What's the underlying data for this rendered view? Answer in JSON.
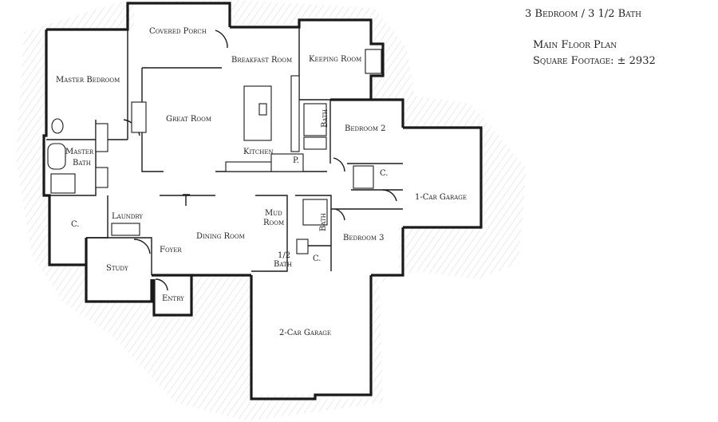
{
  "title": {
    "bedroom_bath": "3 Bedroom / 3 1/2 Bath",
    "plan_name": "Main Floor Plan",
    "square_footage": "Square Footage: ± 2932"
  },
  "rooms": {
    "covered_porch": "Covered Porch",
    "breakfast_room": "Breakfast Room",
    "keeping_room": "Keeping Room",
    "master_bedroom": "Master Bedroom",
    "great_room": "Great Room",
    "bedroom_2": "Bedroom 2",
    "bath_upper": "Bath",
    "kitchen": "Kitchen",
    "pantry": "P.",
    "master_bath_1": "Master",
    "master_bath_2": "Bath",
    "closet_bedroom_2": "C.",
    "one_car_garage": "1-Car Garage",
    "master_closet": "C.",
    "laundry": "Laundry",
    "mud_room_1": "Mud",
    "mud_room_2": "Room",
    "bath_lower": "Bath",
    "bedroom_3": "Bedroom 3",
    "dining_room": "Dining Room",
    "foyer": "Foyer",
    "study": "Study",
    "half_bath_1": "1/2",
    "half_bath_2": "Bath",
    "closet_bedroom_3": "C.",
    "entry": "Entry",
    "two_car_garage": "2-Car Garage"
  }
}
